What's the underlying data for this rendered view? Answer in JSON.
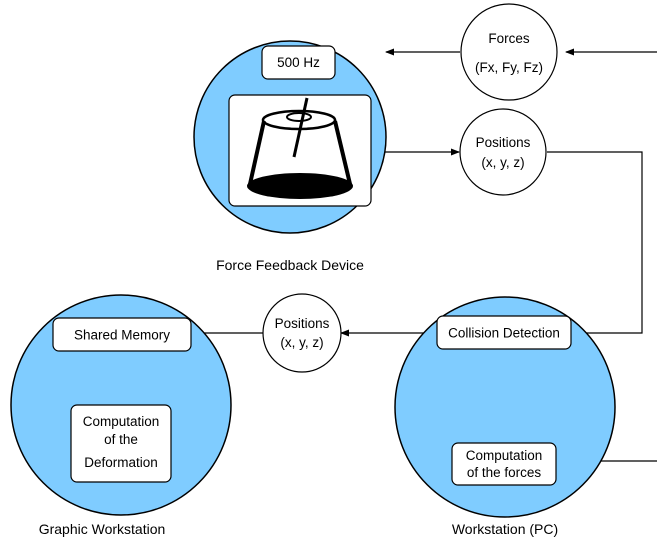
{
  "colors": {
    "circle_fill": "#7fccff",
    "stroke": "#000000",
    "box_fill": "#ffffff"
  },
  "force_device": {
    "label": "Force Feedback Device",
    "rate_box": "500 Hz",
    "device_icon": "haptic-device-icon"
  },
  "forces_node": {
    "line1": "Forces",
    "line2": "(Fx, Fy, Fz)"
  },
  "positions_node_top": {
    "line1": "Positions",
    "line2": "(x, y, z)"
  },
  "positions_node_mid": {
    "line1": "Positions",
    "line2": "(x, y, z)"
  },
  "workstation": {
    "label": "Workstation (PC)",
    "collision_box": "Collision Detection",
    "forces_box": {
      "line1": "Computation",
      "line2": "of the forces"
    }
  },
  "graphic": {
    "label": "Graphic Workstation",
    "shared_memory_box": "Shared Memory",
    "deformation_box": {
      "line1": "Computation",
      "line2": "of the",
      "line3": "Deformation"
    }
  }
}
